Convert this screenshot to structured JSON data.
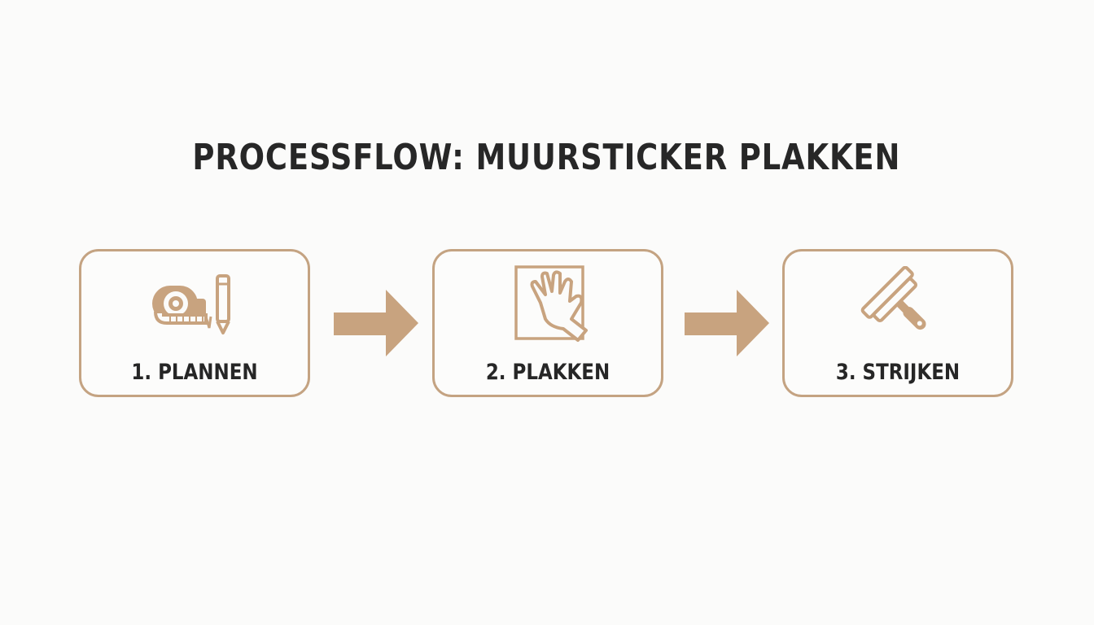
{
  "title": "PROCESSFLOW: MUURSTICKER PLAKKEN",
  "accent_color": "#c4a382",
  "arrow_color": "#c8a37f",
  "text_color": "#262626",
  "steps": [
    {
      "label": "1. PLANNEN",
      "icons": [
        "tape-measure-icon",
        "pencil-icon"
      ]
    },
    {
      "label": "2. PLAKKEN",
      "icons": [
        "sticker-sheet-icon",
        "hand-icon"
      ]
    },
    {
      "label": "3. STRIJKEN",
      "icons": [
        "squeegee-icon"
      ]
    }
  ]
}
